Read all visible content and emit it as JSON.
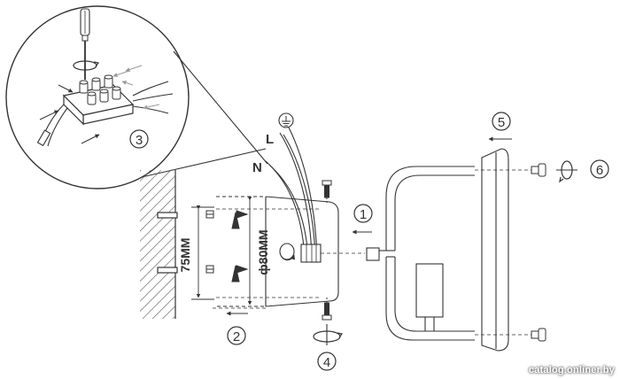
{
  "labels": {
    "wire_live": "L",
    "wire_neutral": "N",
    "dim_mount_spacing": "75MM",
    "dim_plate_diameter": "ф80MM"
  },
  "steps": [
    "1",
    "2",
    "3",
    "4",
    "5",
    "6"
  ],
  "watermark": "catalog.onliner.by",
  "icons": [
    "screwdriver-icon",
    "rotate-icon",
    "ground-symbol-icon",
    "arrow-icon",
    "screw-icon",
    "wall-anchor-icon"
  ],
  "colors": {
    "line": "#333333",
    "light_line": "#888888",
    "background": "#ffffff"
  }
}
